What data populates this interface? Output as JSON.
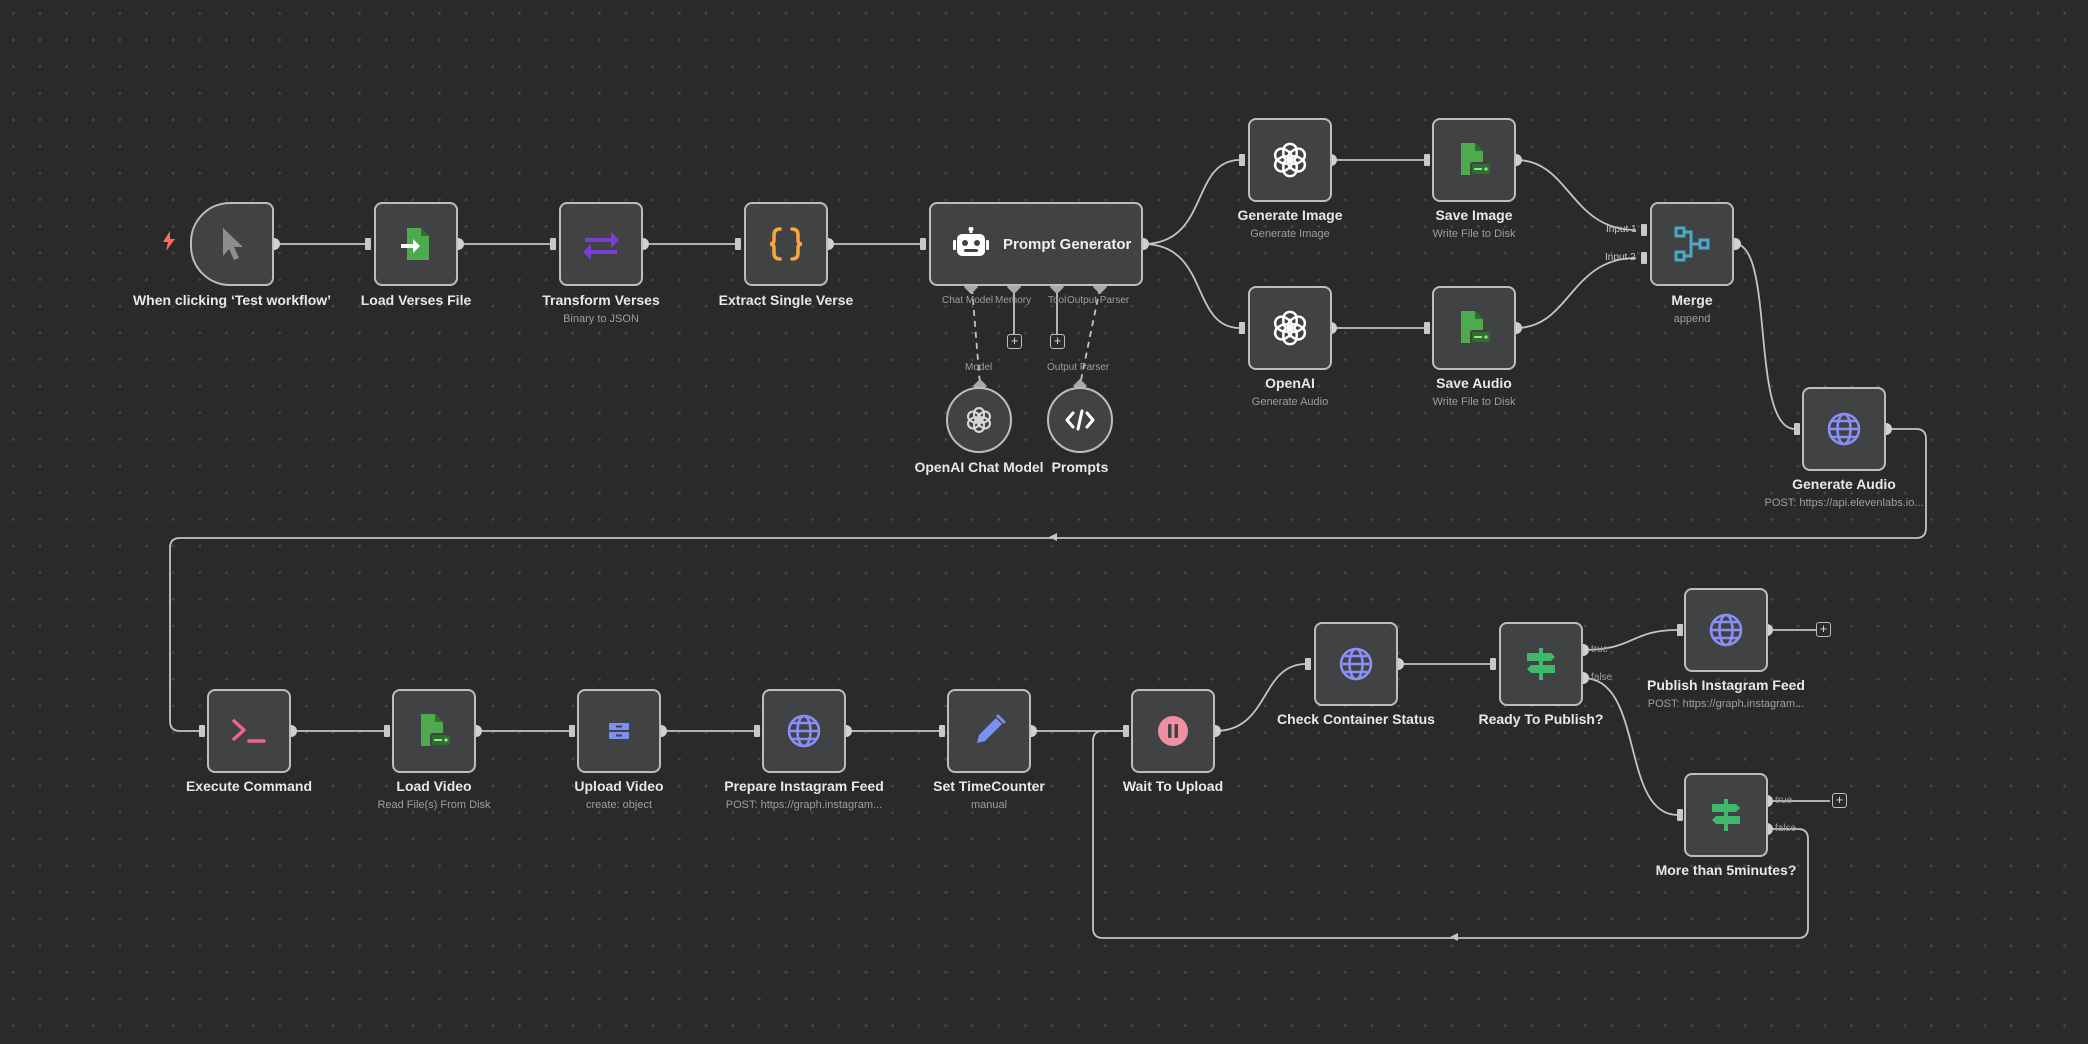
{
  "trigger_icon": "lightning-bolt-icon",
  "colors": {
    "canvas": "#2a2a2b",
    "node_bg": "#414244",
    "node_border": "#bdbdbd",
    "edge": "#c4c4c4",
    "file_green": "#4fa94d",
    "transform_purple": "#7a3fd1",
    "json_orange": "#f6a63c",
    "http_blue": "#8a8ff5",
    "merge_teal": "#4ea8c9",
    "command_pink": "#f2638b",
    "wait_pink": "#f08fa0",
    "if_green": "#3fb86a",
    "set_blue": "#7c8ff2"
  },
  "nodes": {
    "when_clicking": {
      "label": "When clicking ‘Test workflow’",
      "icon": "mouse-pointer-icon"
    },
    "load_verses": {
      "label": "Load Verses File",
      "icon": "file-import-icon"
    },
    "transform_verses": {
      "label": "Transform Verses",
      "sublabel": "Binary to JSON",
      "icon": "swap-arrows-icon"
    },
    "extract_verse": {
      "label": "Extract Single Verse",
      "icon": "curly-braces-icon"
    },
    "prompt_generator": {
      "label": "Prompt Generator",
      "icon": "robot-icon",
      "ports": [
        "Chat Model",
        "Memory",
        "Tool",
        "Output Parser"
      ]
    },
    "openai_chat_model": {
      "label": "OpenAI Chat Model",
      "port": "Model",
      "icon": "openai-icon"
    },
    "prompts": {
      "label": "Prompts",
      "port": "Output Parser",
      "icon": "code-icon"
    },
    "generate_image": {
      "label": "Generate Image",
      "sublabel": "Generate Image",
      "icon": "openai-icon"
    },
    "openai": {
      "label": "OpenAI",
      "sublabel": "Generate Audio",
      "icon": "openai-icon"
    },
    "save_image": {
      "label": "Save Image",
      "sublabel": "Write File to Disk",
      "icon": "file-disk-icon"
    },
    "save_audio": {
      "label": "Save Audio",
      "sublabel": "Write File to Disk",
      "icon": "file-disk-icon"
    },
    "merge": {
      "label": "Merge",
      "sublabel": "append",
      "icon": "merge-icon",
      "inputs": [
        "Input 1",
        "Input 2"
      ]
    },
    "generate_audio": {
      "label": "Generate Audio",
      "sublabel": "POST: https://api.elevenlabs.io...",
      "icon": "globe-icon"
    },
    "execute_command": {
      "label": "Execute Command",
      "icon": "terminal-icon"
    },
    "load_video": {
      "label": "Load Video",
      "sublabel": "Read File(s) From Disk",
      "icon": "file-disk-icon"
    },
    "upload_video": {
      "label": "Upload Video",
      "sublabel": "create: object",
      "icon": "storage-icon"
    },
    "prepare_feed": {
      "label": "Prepare Instagram Feed",
      "sublabel": "POST: https://graph.instagram...",
      "icon": "globe-icon"
    },
    "set_timecounter": {
      "label": "Set TimeCounter",
      "sublabel": "manual",
      "icon": "pencil-icon"
    },
    "wait_upload": {
      "label": "Wait To Upload",
      "icon": "pause-icon"
    },
    "check_status": {
      "label": "Check Container Status",
      "icon": "globe-icon"
    },
    "ready_publish": {
      "label": "Ready To Publish?",
      "icon": "signpost-icon",
      "outputs": [
        "true",
        "false"
      ]
    },
    "publish_feed": {
      "label": "Publish Instagram Feed",
      "sublabel": "POST: https://graph.instagram...",
      "icon": "globe-icon"
    },
    "more_than_5": {
      "label": "More than 5minutes?",
      "icon": "signpost-icon",
      "outputs": [
        "true",
        "false"
      ]
    }
  },
  "add_button": "+"
}
